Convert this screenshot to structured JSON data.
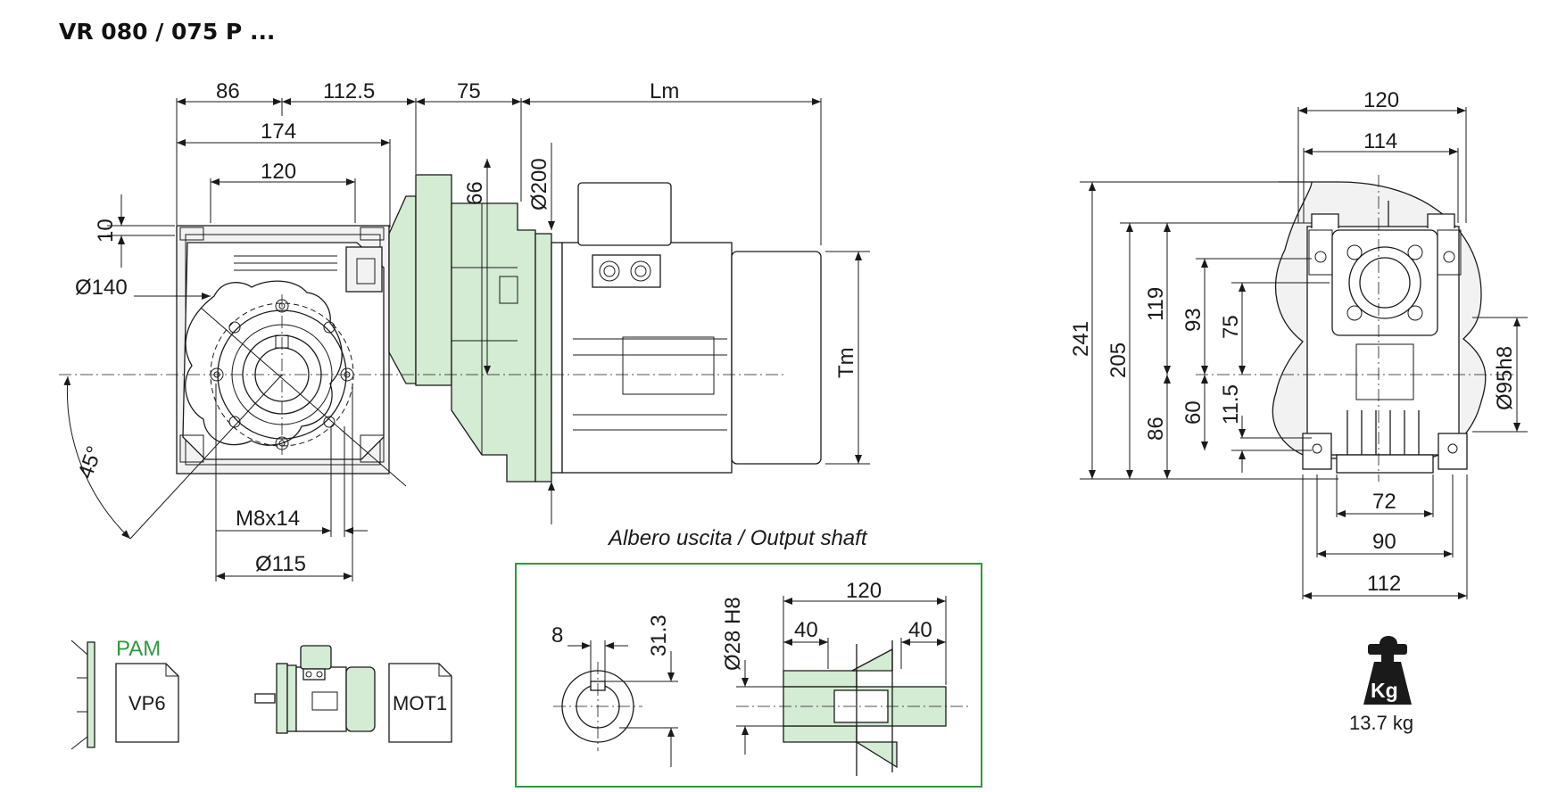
{
  "title": "VR 080 / 075 P ...",
  "colors": {
    "body_fill": "#d4ebd4",
    "frame_green": "#2e9a3c",
    "line": "#1a1a1a"
  },
  "side_view": {
    "dims": {
      "d86": "86",
      "d112_5": "112.5",
      "d75": "75",
      "lm": "Lm",
      "d174": "174",
      "d120": "120",
      "d10": "10",
      "d66": "66",
      "d200": "Ø200",
      "d140": "Ø140",
      "d45": "45°",
      "tm": "Tm",
      "m8": "M8x14",
      "d115": "Ø115"
    }
  },
  "front_view": {
    "dims": {
      "d120": "120",
      "d114": "114",
      "d241": "241",
      "d205": "205",
      "d119": "119",
      "d93": "93",
      "d75": "75",
      "d86": "86",
      "d60": "60",
      "d11_5": "11.5",
      "d95": "Ø95h8",
      "d72": "72",
      "d90": "90",
      "d112": "112"
    }
  },
  "output_shaft": {
    "caption": "Albero uscita / Output shaft",
    "dims": {
      "d8": "8",
      "d31_3": "31.3",
      "d28": "Ø28 H8",
      "d120": "120",
      "d40a": "40",
      "d40b": "40"
    }
  },
  "legend": {
    "pam": "PAM",
    "vp6": "VP6",
    "mot1": "MOT1",
    "weight_icon": "Kg",
    "weight": "13.7 kg"
  }
}
